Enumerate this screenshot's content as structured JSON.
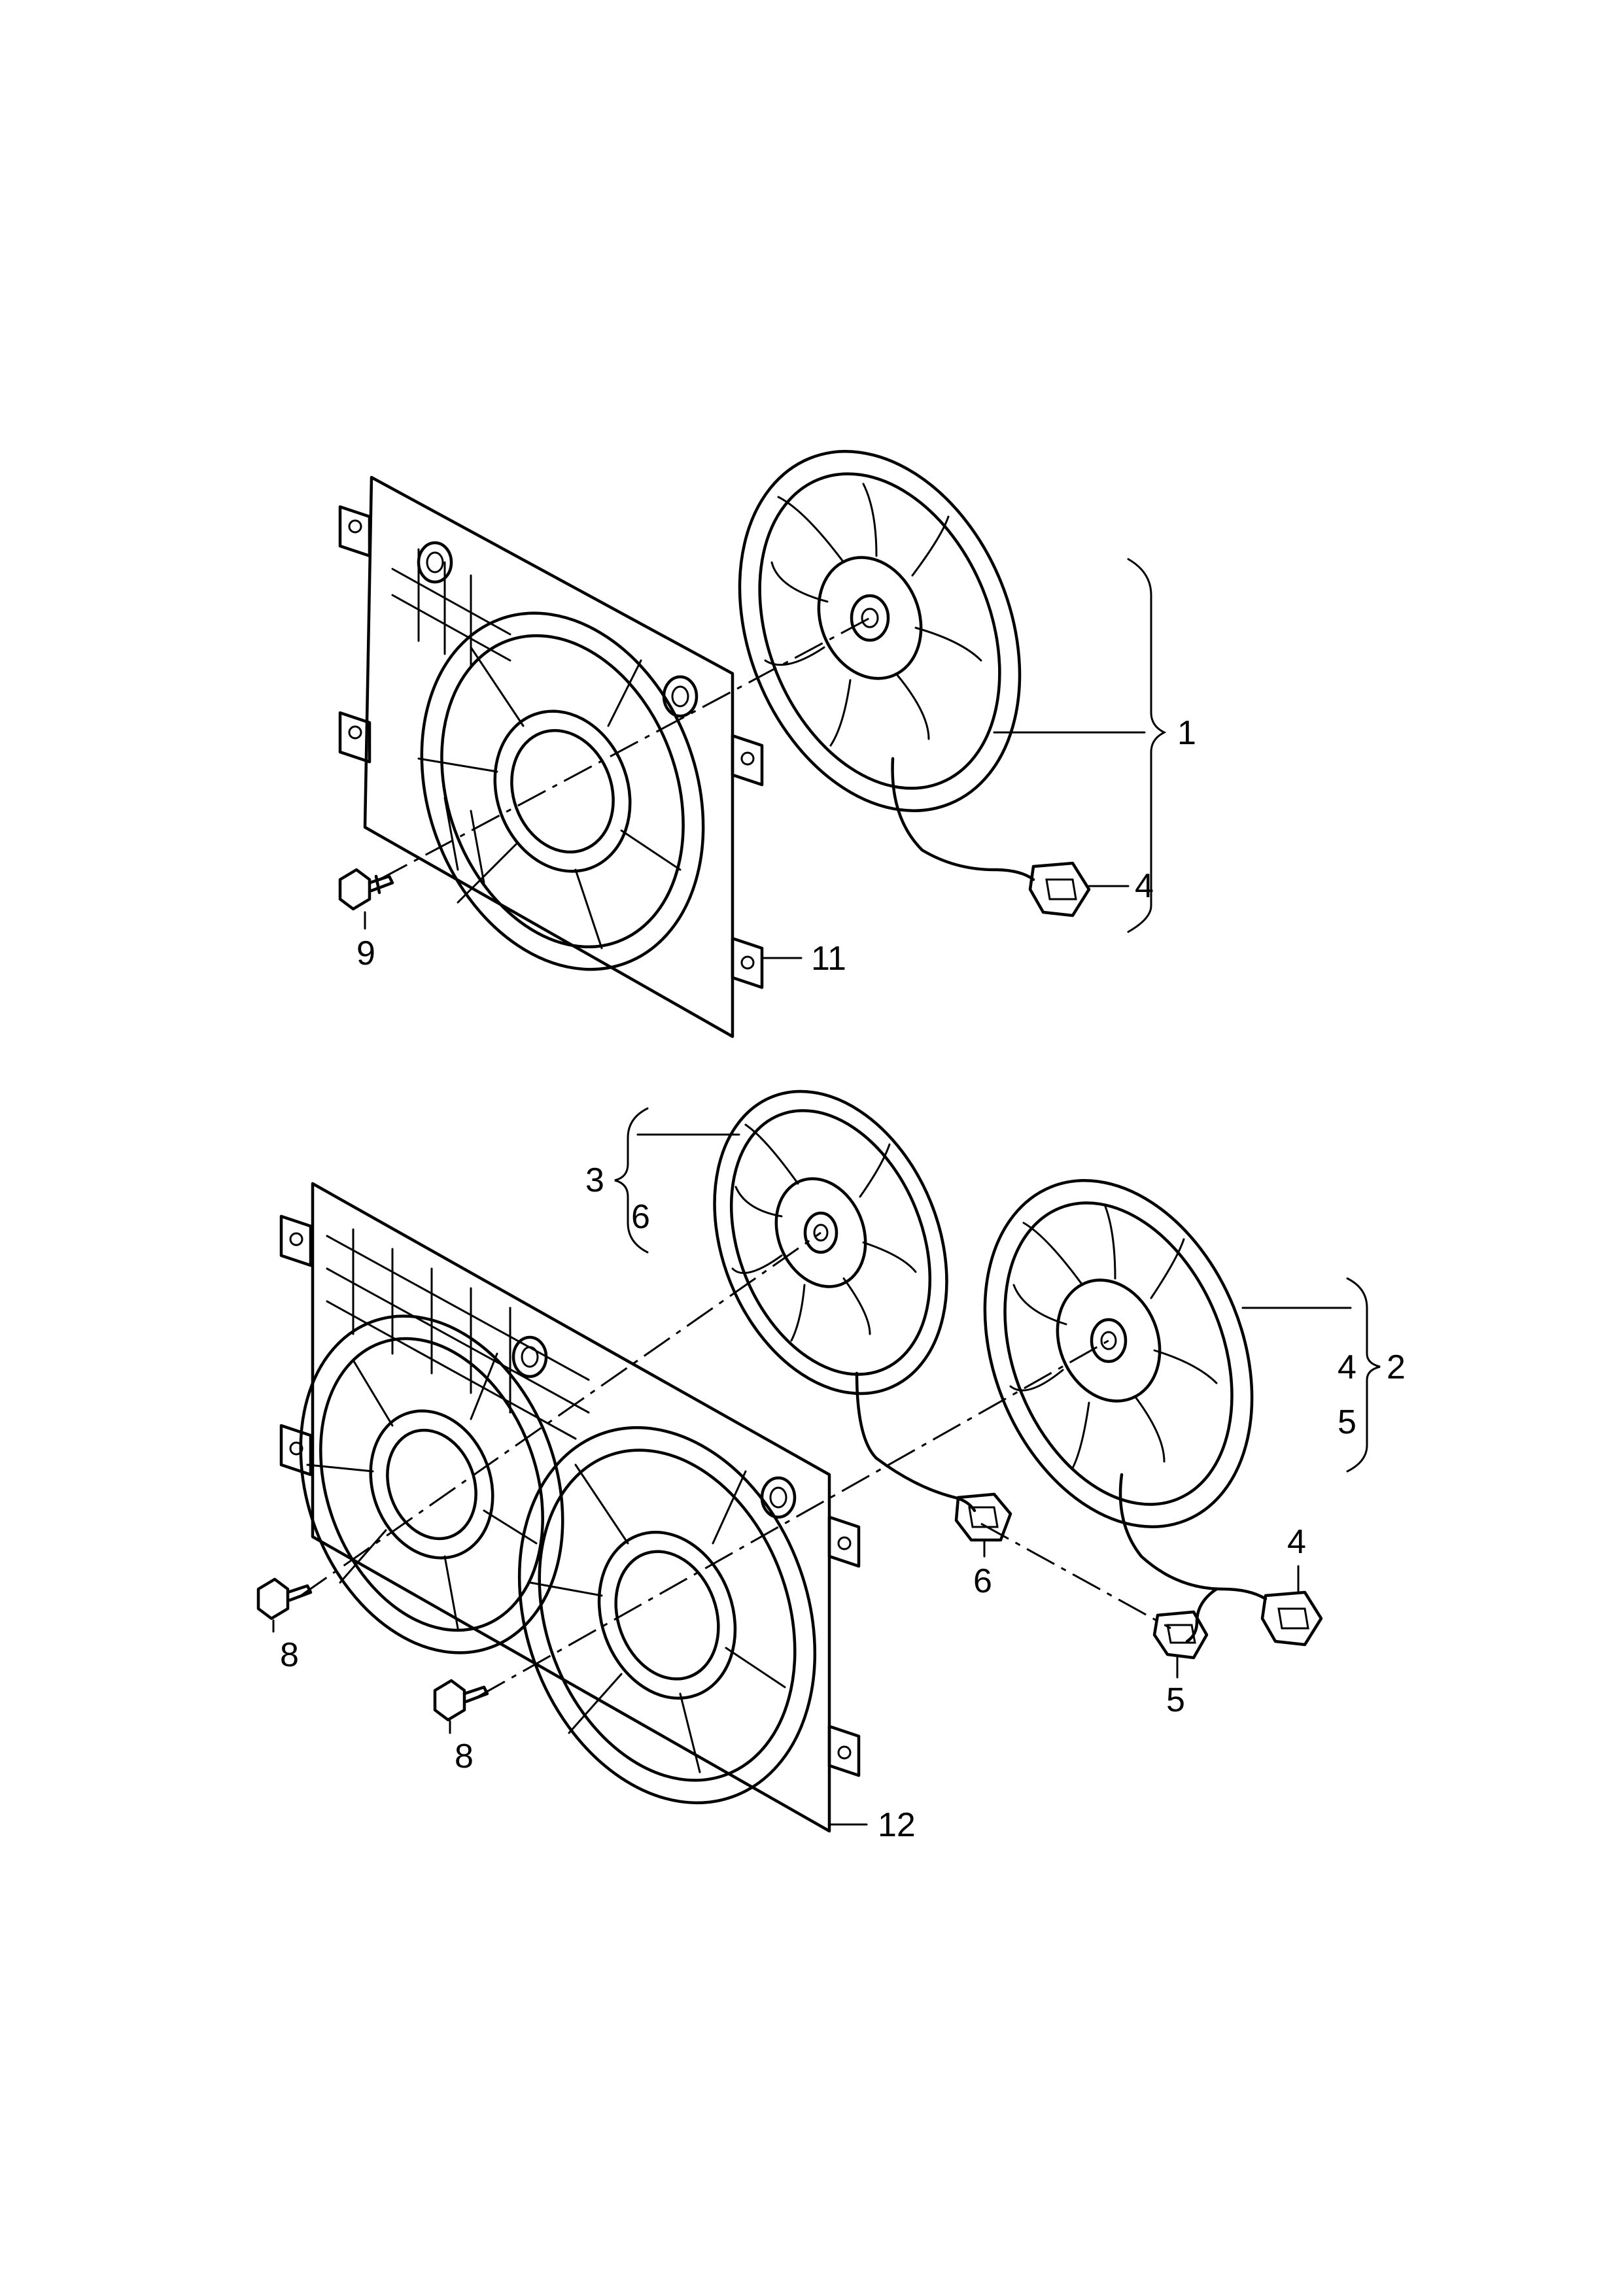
{
  "callouts": {
    "top_fan": "1",
    "top_connector": "4",
    "top_bolt": "9",
    "top_shroud": "11",
    "lower_left_fan": "3",
    "lower_left_fan_sub": "6",
    "lower_right_fan": "2",
    "lower_right_fan_sub_a": "4",
    "lower_right_fan_sub_b": "5",
    "right_connector": "4",
    "mid_connector": "6",
    "harness_connector": "5",
    "left_bolt_a": "8",
    "left_bolt_b": "8",
    "bottom_shroud": "12"
  },
  "colors": {
    "ink": "#000000",
    "paper": "#ffffff"
  }
}
